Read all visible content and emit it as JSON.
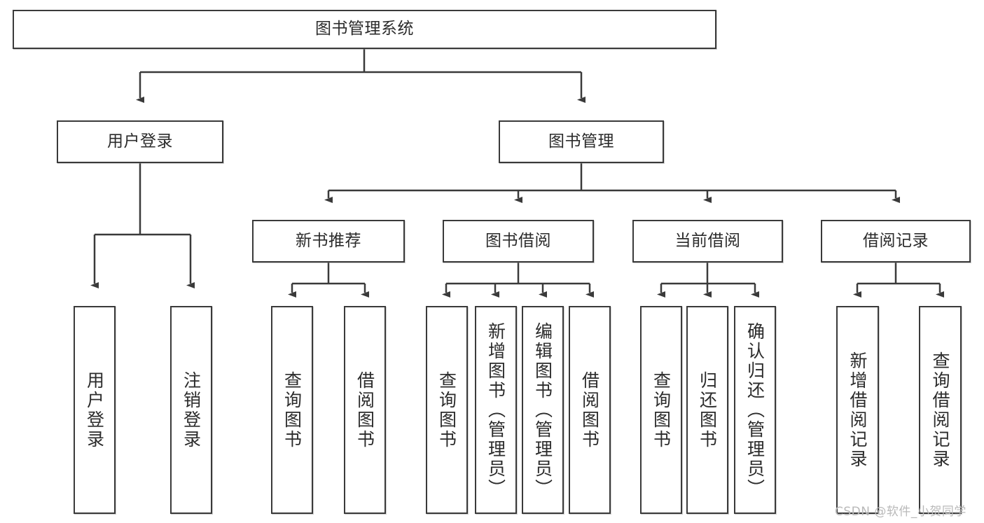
{
  "diagram": {
    "title": "图书管理系统",
    "type": "hierarchy-tree",
    "stroke_color": "#3a3a3a",
    "background_color": "#ffffff",
    "nodes": {
      "root": {
        "label": "图书管理系统"
      },
      "level1": [
        {
          "label": "用户登录"
        },
        {
          "label": "图书管理"
        }
      ],
      "level2": [
        {
          "label": "新书推荐"
        },
        {
          "label": "图书借阅"
        },
        {
          "label": "当前借阅"
        },
        {
          "label": "借阅记录"
        }
      ],
      "leaves_user_login": [
        {
          "label": "用户登录"
        },
        {
          "label": "注销登录"
        }
      ],
      "leaves_new_book": [
        {
          "label": "查询图书"
        },
        {
          "label": "借阅图书"
        }
      ],
      "leaves_book_borrow": [
        {
          "label": "查询图书"
        },
        {
          "label": "新增图书（管理员）"
        },
        {
          "label": "编辑图书（管理员）"
        },
        {
          "label": "借阅图书"
        }
      ],
      "leaves_current_borrow": [
        {
          "label": "查询图书"
        },
        {
          "label": "归还图书"
        },
        {
          "label": "确认归还（管理员）"
        }
      ],
      "leaves_borrow_record": [
        {
          "label": "新增借阅记录"
        },
        {
          "label": "查询借阅记录"
        }
      ]
    }
  },
  "watermark": {
    "text": "CSDN @软件_小贺同学"
  }
}
